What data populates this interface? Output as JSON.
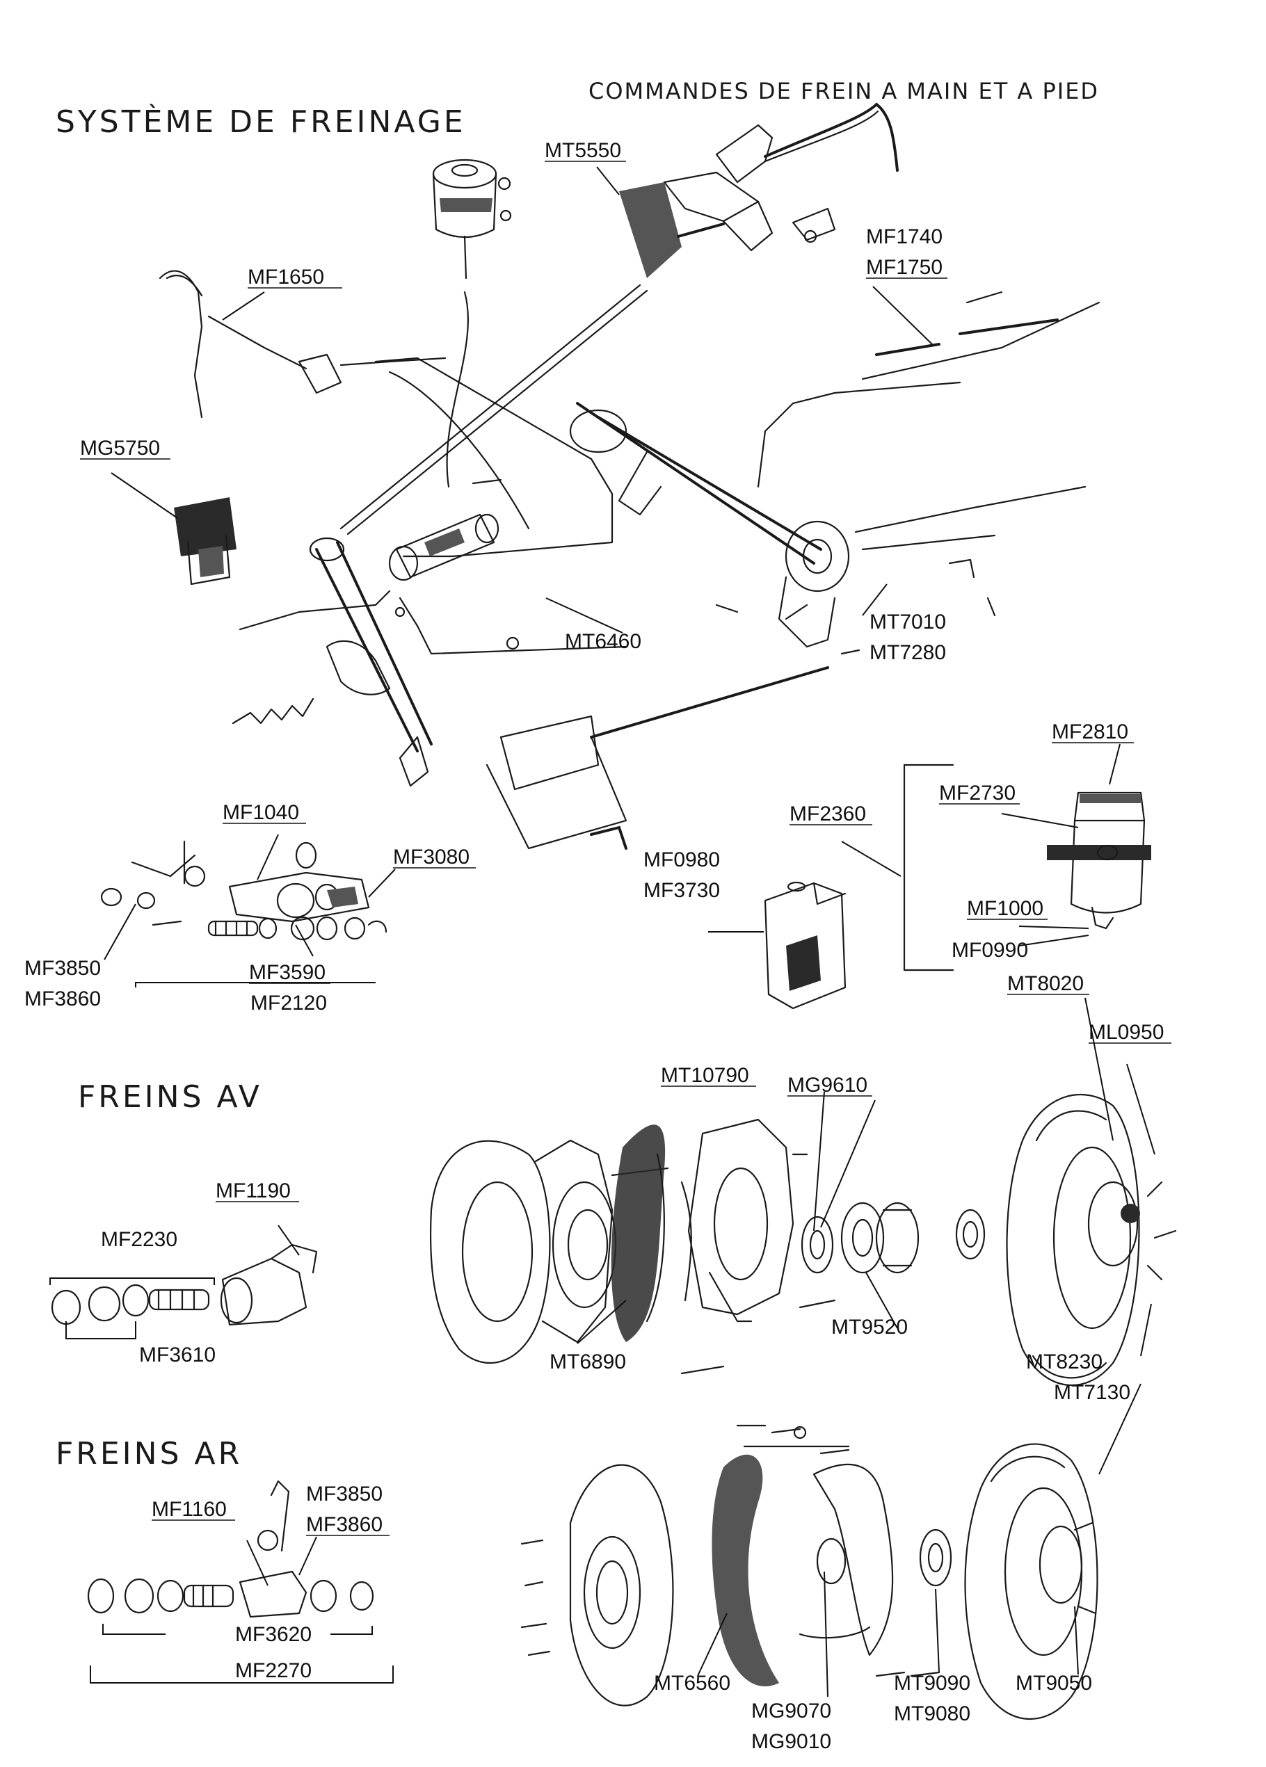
{
  "title": "SYSTÈME DE FREINAGE",
  "subtitle": "COMMANDES DE FREIN A MAIN ET A PIED",
  "sections": {
    "front": "FREINS AV",
    "rear": "FREINS AR"
  },
  "parts": {
    "MT5550": "MT5550",
    "MF1740": "MF1740",
    "MF1750": "MF1750",
    "MF1650": "MF1650",
    "MG5750": "MG5750",
    "MT6460": "MT6460",
    "MT7010": "MT7010",
    "MT7280": "MT7280",
    "MF2810": "MF2810",
    "MF2730": "MF2730",
    "MF2360": "MF2360",
    "MF1040": "MF1040",
    "MF3080": "MF3080",
    "MF0980": "MF0980",
    "MF3730": "MF3730",
    "MF1000": "MF1000",
    "MF0990": "MF0990",
    "MF3850a": "MF3850",
    "MF3860a": "MF3860",
    "MF3590": "MF3590",
    "MF2120": "MF2120",
    "MT8020": "MT8020",
    "ML0950": "ML0950",
    "MT10790": "MT10790",
    "MG9610": "MG9610",
    "MF1190": "MF1190",
    "MF2230": "MF2230",
    "MF3610": "MF3610",
    "MT9520": "MT9520",
    "MT6890": "MT6890",
    "MT8230": "MT8230",
    "MT7130": "MT7130",
    "MF3850b": "MF3850",
    "MF3860b": "MF3860",
    "MF1160": "MF1160",
    "MF3620": "MF3620",
    "MF2270": "MF2270",
    "MT6560": "MT6560",
    "MG9070": "MG9070",
    "MG9010": "MG9010",
    "MT9090": "MT9090",
    "MT9080": "MT9080",
    "MT9050": "MT9050"
  }
}
